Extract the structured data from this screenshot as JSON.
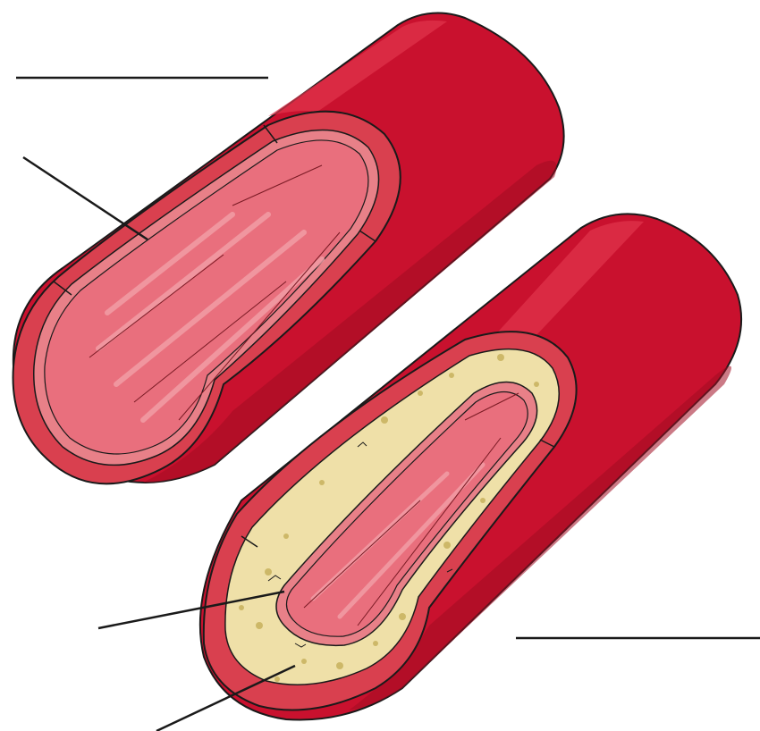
{
  "diagram": {
    "description_visible_text": "",
    "labels": [
      {
        "id": "label-line-top-blank",
        "text": ""
      },
      {
        "id": "label-line-healthy-wall",
        "text": ""
      },
      {
        "id": "label-line-narrowed-lumen",
        "text": ""
      },
      {
        "id": "label-line-plaque",
        "text": ""
      },
      {
        "id": "label-line-right-blank",
        "text": ""
      }
    ],
    "colors": {
      "vessel_outer": "#c9112e",
      "vessel_shadow": "#a10c22",
      "vessel_highlight": "#e1344d",
      "wall_cut": "#d9404f",
      "intima": "#e88088",
      "lumen": "#e96f7d",
      "lumen_light": "#f2909a",
      "plaque": "#efe0a8",
      "plaque_spots": "#cdb868",
      "outline": "#1a1a1a"
    }
  }
}
